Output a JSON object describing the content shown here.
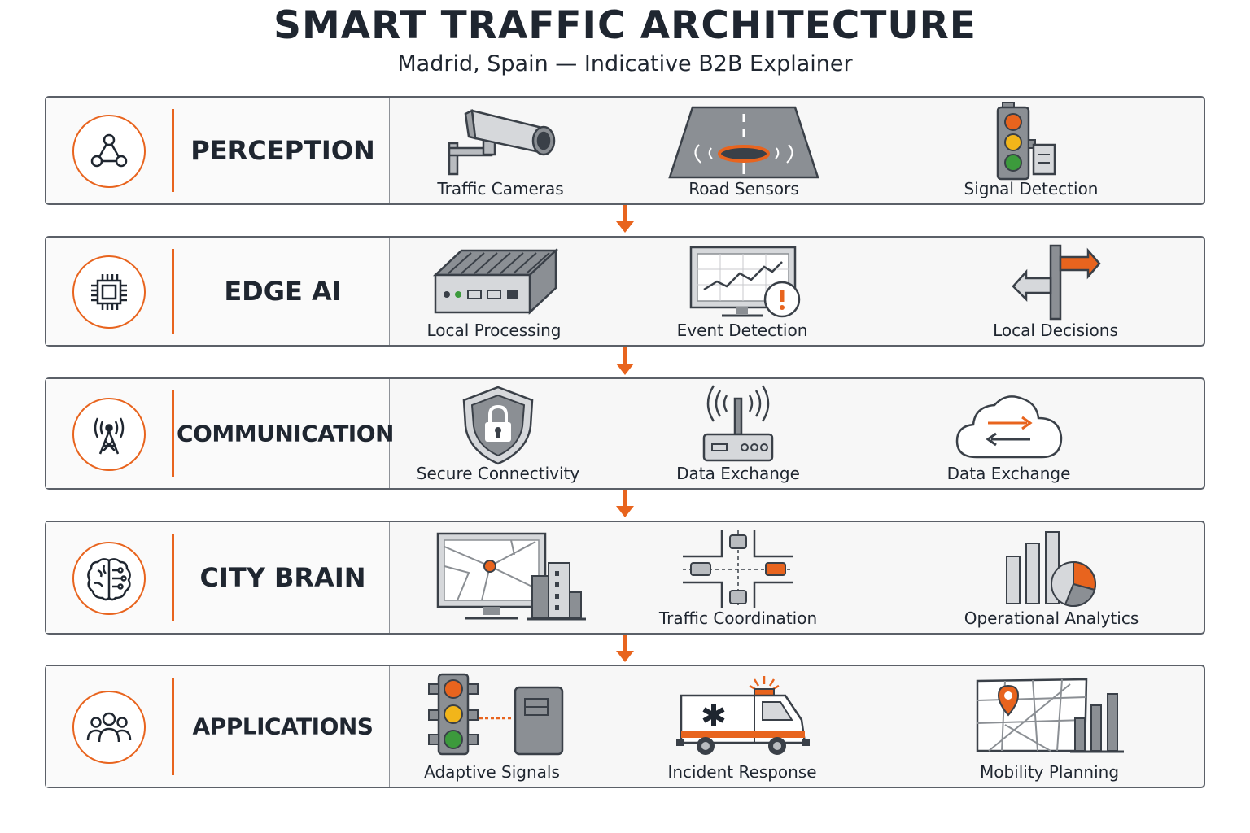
{
  "header": {
    "title": "SMART TRAFFIC ARCHITECTURE",
    "subtitle": "Madrid, Spain — Indicative B2B Explainer"
  },
  "colors": {
    "accent": "#e8641e",
    "ink": "#1f2630",
    "gray": "#8b8f94",
    "panel": "#f7f7f7"
  },
  "layers": [
    {
      "title": "PERCEPTION",
      "icon": "network-nodes-icon",
      "items": [
        {
          "label": "Traffic Cameras",
          "icon": "traffic-camera-icon"
        },
        {
          "label": "Road Sensors",
          "icon": "road-sensor-icon"
        },
        {
          "label": "Signal Detection",
          "icon": "traffic-signal-icon"
        }
      ]
    },
    {
      "title": "EDGE AI",
      "icon": "chip-icon",
      "items": [
        {
          "label": "Local Processing",
          "icon": "edge-server-icon"
        },
        {
          "label": "Event Detection",
          "icon": "monitor-alert-icon"
        },
        {
          "label": "Local Decisions",
          "icon": "signpost-icon"
        }
      ]
    },
    {
      "title": "COMMUNICATION",
      "icon": "radio-tower-icon",
      "items": [
        {
          "label": "Secure Connectivity",
          "icon": "shield-lock-icon"
        },
        {
          "label": "Data Exchange",
          "icon": "router-icon"
        },
        {
          "label": "Data Exchange",
          "icon": "cloud-sync-icon"
        }
      ]
    },
    {
      "title": "CITY BRAIN",
      "icon": "brain-icon",
      "items": [
        {
          "label": "",
          "icon": "city-map-monitor-icon"
        },
        {
          "label": "Traffic Coordination",
          "icon": "intersection-icon"
        },
        {
          "label": "Operational Analytics",
          "icon": "analytics-chart-icon"
        }
      ]
    },
    {
      "title": "APPLICATIONS",
      "icon": "people-group-icon",
      "items": [
        {
          "label": "Adaptive Signals",
          "icon": "adaptive-signal-icon"
        },
        {
          "label": "Incident Response",
          "icon": "ambulance-icon"
        },
        {
          "label": "Mobility Planning",
          "icon": "map-planning-icon"
        }
      ]
    }
  ]
}
